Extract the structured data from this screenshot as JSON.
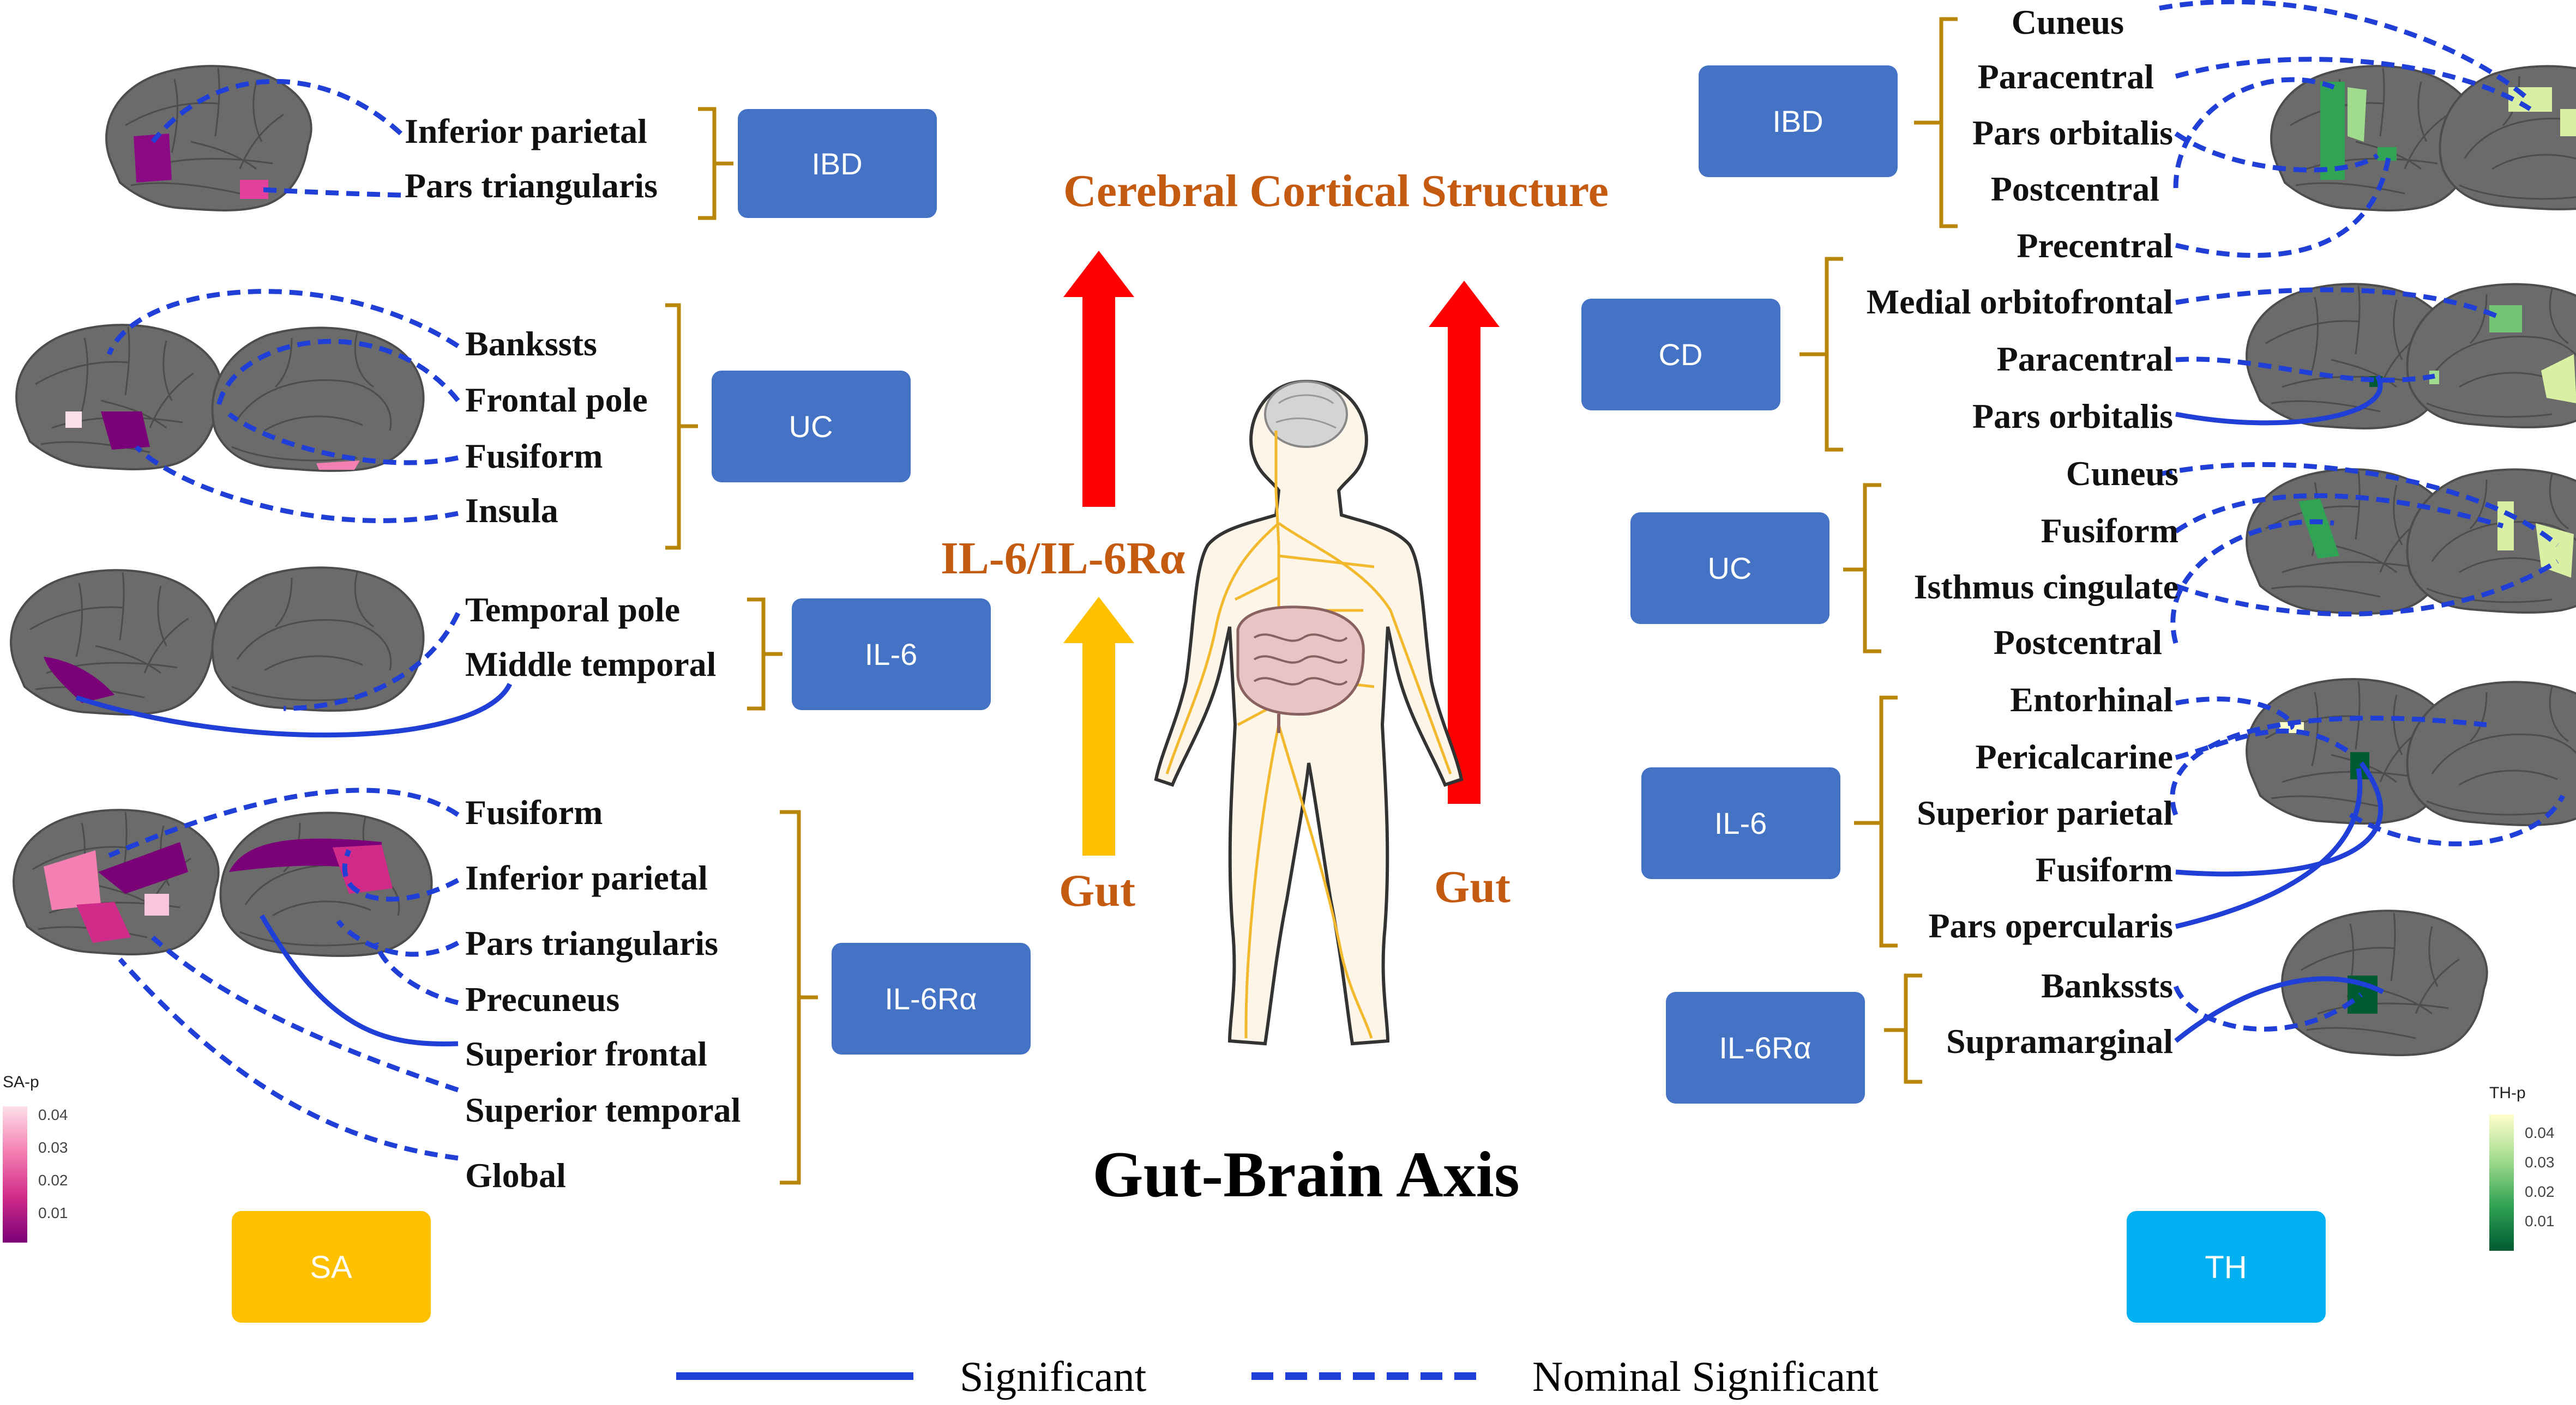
{
  "title": "Gut-Brain Axis",
  "center": {
    "cortical_label": "Cerebral Cortical Structure",
    "il6_label": "IL-6/IL-6Rα",
    "gut_left": "Gut",
    "gut_right": "Gut"
  },
  "left": {
    "panel_label": "SA",
    "groups": [
      {
        "name": "IBD",
        "regions": [
          "Inferior parietal",
          "Pars triangularis"
        ]
      },
      {
        "name": "UC",
        "regions": [
          "Bankssts",
          "Frontal pole",
          "Fusiform",
          "Insula"
        ]
      },
      {
        "name": "IL-6",
        "regions": [
          "Temporal pole",
          "Middle temporal"
        ]
      },
      {
        "name": "IL-6Rα",
        "regions": [
          "Fusiform",
          "Inferior parietal",
          "Pars triangularis",
          "Precuneus",
          "Superior frontal",
          "Superior temporal",
          "Global"
        ]
      }
    ],
    "scale": {
      "title": "SA-p",
      "ticks": [
        "0.04",
        "0.03",
        "0.02",
        "0.01"
      ],
      "colors": [
        "#fde0ea",
        "#f47fb2",
        "#d12b8a",
        "#7a0177"
      ]
    }
  },
  "right": {
    "panel_label": "TH",
    "groups": [
      {
        "name": "IBD",
        "regions": [
          "Cuneus",
          "Paracentral",
          "Pars orbitalis",
          "Postcentral",
          "Precentral"
        ]
      },
      {
        "name": "CD",
        "regions": [
          "Medial orbitofrontal",
          "Paracentral",
          "Pars orbitalis"
        ]
      },
      {
        "name": "UC",
        "regions": [
          "Cuneus",
          "Fusiform",
          "Isthmus cingulate",
          "Postcentral"
        ]
      },
      {
        "name": "IL-6",
        "regions": [
          "Entorhinal",
          "Pericalcarine",
          "Superior parietal",
          "Fusiform",
          "Pars opercularis"
        ]
      },
      {
        "name": "IL-6Rα",
        "regions": [
          "Bankssts",
          "Supramarginal"
        ]
      }
    ],
    "scale": {
      "title": "TH-p",
      "ticks": [
        "0.04",
        "0.03",
        "0.02",
        "0.01"
      ],
      "colors": [
        "#ffffcc",
        "#a1dc8e",
        "#31a354",
        "#005a32"
      ]
    }
  },
  "legend": {
    "significant": "Significant",
    "nominal": "Nominal Significant"
  },
  "colors": {
    "box_blue": "#4472c4",
    "bracket_gold": "#b8860b",
    "line_blue": "#1f3fd6",
    "label_orange": "#c55a11",
    "arrow_red": "#ff0000",
    "arrow_yellow": "#ffc000",
    "sa_box": "#ffc000",
    "th_box": "#00b0f0",
    "brain_gray": "#6b6b6b"
  }
}
